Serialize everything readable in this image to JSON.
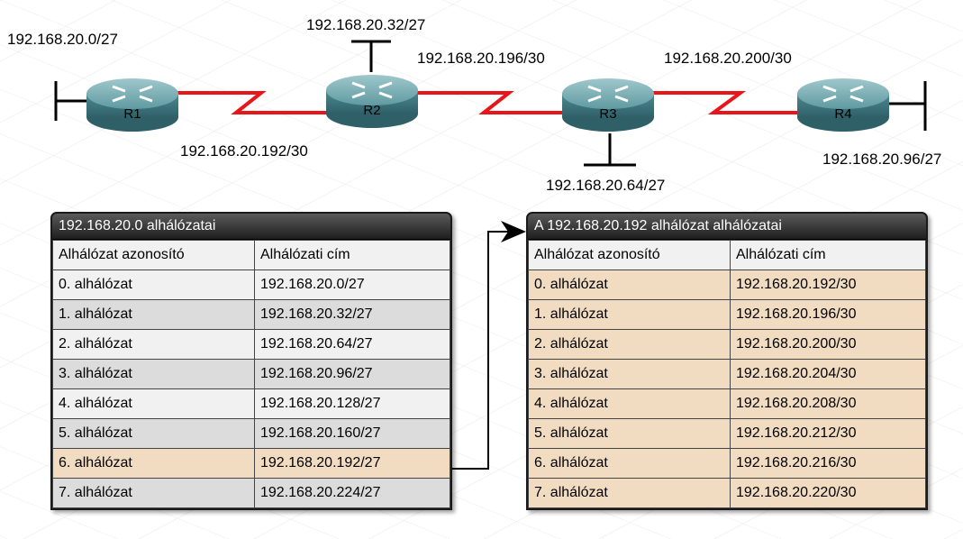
{
  "routers": [
    {
      "name": "R1"
    },
    {
      "name": "R2"
    },
    {
      "name": "R3"
    },
    {
      "name": "R4"
    }
  ],
  "network_labels": {
    "r1_lan": "192.168.20.0/27",
    "r2_lan": "192.168.20.32/27",
    "r3_lan": "192.168.20.64/27",
    "r4_lan": "192.168.20.96/27",
    "link_r1_r2": "192.168.20.192/30",
    "link_r2_r3": "192.168.20.196/30",
    "link_r3_r4": "192.168.20.200/30"
  },
  "left_table": {
    "title": "192.168.20.0 alhálózatai",
    "headers": [
      "Alhálózat azonosító",
      "Alhálózati cím"
    ],
    "rows": [
      [
        "0. alhálózat",
        "192.168.20.0/27"
      ],
      [
        "1. alhálózat",
        "192.168.20.32/27"
      ],
      [
        "2. alhálózat",
        "192.168.20.64/27"
      ],
      [
        "3. alhálózat",
        "192.168.20.96/27"
      ],
      [
        "4. alhálózat",
        "192.168.20.128/27"
      ],
      [
        "5. alhálózat",
        "192.168.20.160/27"
      ],
      [
        "6. alhálózat",
        "192.168.20.192/27"
      ],
      [
        "7. alhálózat",
        "192.168.20.224/27"
      ]
    ]
  },
  "right_table": {
    "title": "A 192.168.20.192 alhálózat alhálózatai",
    "headers": [
      "Alhálózat azonosító",
      "Alhálózati cím"
    ],
    "rows": [
      [
        "0. alhálózat",
        "192.168.20.192/30"
      ],
      [
        "1. alhálózat",
        "192.168.20.196/30"
      ],
      [
        "2. alhálózat",
        "192.168.20.200/30"
      ],
      [
        "3. alhálózat",
        "192.168.20.204/30"
      ],
      [
        "4. alhálózat",
        "192.168.20.208/30"
      ],
      [
        "5. alhálózat",
        "192.168.20.212/30"
      ],
      [
        "6. alhálózat",
        "192.168.20.216/30"
      ],
      [
        "7. alhálózat",
        "192.168.20.220/30"
      ]
    ]
  },
  "colors": {
    "serial_link": "#e8161b",
    "router_body": "#4d8c93",
    "highlight_row": "#f1dcc2",
    "gray_row": "#dcdcdc",
    "light_row": "#f1f1f1"
  }
}
